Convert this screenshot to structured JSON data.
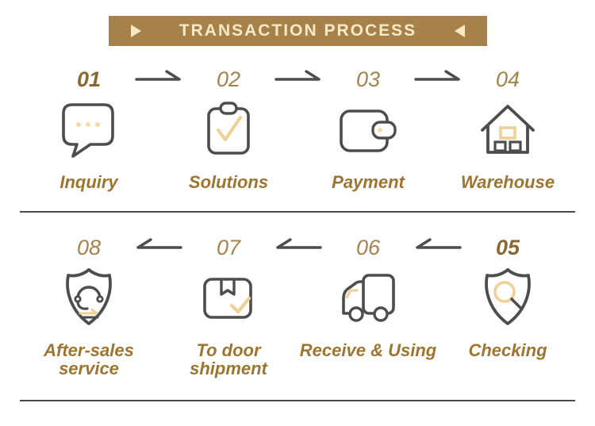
{
  "banner": {
    "title": "TRANSACTION PROCESS"
  },
  "steps": [
    {
      "number": "01",
      "label": "Inquiry",
      "icon": "speech-bubble-icon",
      "emphasis": true
    },
    {
      "number": "02",
      "label": "Solutions",
      "icon": "clipboard-check-icon",
      "emphasis": false
    },
    {
      "number": "03",
      "label": "Payment",
      "icon": "wallet-icon",
      "emphasis": false
    },
    {
      "number": "04",
      "label": "Warehouse",
      "icon": "warehouse-icon",
      "emphasis": false
    },
    {
      "number": "05",
      "label": "Checking",
      "icon": "shield-search-icon",
      "emphasis": true
    },
    {
      "number": "06",
      "label": "Receive & Using",
      "icon": "truck-icon",
      "emphasis": false
    },
    {
      "number": "07",
      "label": "To door\nshipment",
      "icon": "package-check-icon",
      "emphasis": false
    },
    {
      "number": "08",
      "label": "After-sales\nservice",
      "icon": "headset-shield-icon",
      "emphasis": false
    }
  ],
  "colors": {
    "banner_bg": "#A6824A",
    "banner_text": "#F7E9C6",
    "number_regular": "#A5834E",
    "number_emphasis": "#8A6832",
    "label_text": "#9C7531",
    "icon_stroke": "#4D4D4D",
    "icon_accent": "#EFD096",
    "divider": "#4A4A4A"
  }
}
